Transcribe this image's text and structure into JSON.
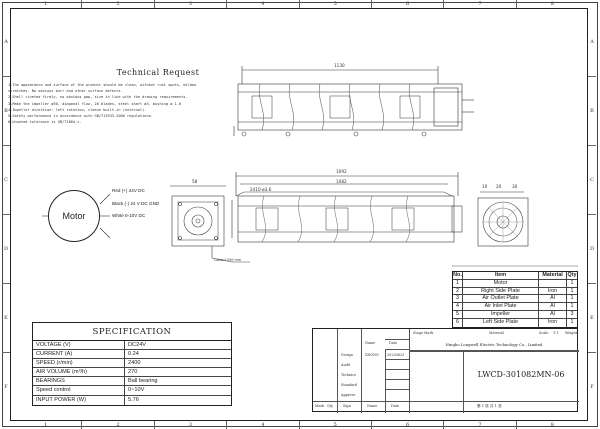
{
  "zones_top": [
    "1",
    "2",
    "3",
    "4",
    "5",
    "6",
    "7",
    "8"
  ],
  "zones_side": [
    "A",
    "B",
    "C",
    "D",
    "E",
    "F"
  ],
  "tech": {
    "title": "Technical Request",
    "items": [
      "1.The appearance and surface of the product should be clean, without rust spots, mildew",
      "  scratches. No obvious burr and other surface defects.",
      "2.Shell riveted firmly, no obvious gap, size in line with the drawing requirements.",
      "3.Make the impeller ø30, diagonal flow, 20 blades, steel shaft ø3, bushing ø 1.0",
      "4.Impeller direction: left rotation,  sleeve built-in (external).",
      "5.Safety performance in accordance with GB/T13933-2000 regulations.",
      "6.Unnoted tolerance is GB/T1804-c."
    ]
  },
  "motor": {
    "label": "Motor",
    "wires": [
      "Red (+) 24V DC",
      "Black (-) 24 V DC GND",
      "White 0-10V DC"
    ]
  },
  "dims": {
    "top_length": "1130",
    "mid_outer": "1092",
    "mid_inner": "1082",
    "mid_sub": "2410-ø3.6",
    "side_width": "58",
    "end_a": "10",
    "end_b": "20",
    "end_c": "30",
    "cable": "Cable:1200 mm"
  },
  "spec": {
    "title": "SPECIFICATION",
    "rows": [
      {
        "k": "VOLTAGE (V)",
        "v": "DC24V"
      },
      {
        "k": "CURRENT (A)",
        "v": "0.24"
      },
      {
        "k": "SPEED  (r/min)",
        "v": "2400"
      },
      {
        "k": "AIR  VOLUME  (m³/h)",
        "v": "270"
      },
      {
        "k": "BEARINGS",
        "v": "Ball bearing"
      },
      {
        "k": "Speed control",
        "v": "0~10V"
      },
      {
        "k": "INPUT POWER  (W)",
        "v": "5.76"
      }
    ]
  },
  "bom": {
    "headers": {
      "no": "No.",
      "item": "Item",
      "mat": "Material",
      "qty": "Qty"
    },
    "rows": [
      {
        "no": "1",
        "item": "Motor",
        "mat": "",
        "qty": "1"
      },
      {
        "no": "2",
        "item": "Right Side Plate",
        "mat": "Iron",
        "qty": "1"
      },
      {
        "no": "3",
        "item": "Air Outlet Plate",
        "mat": "Al",
        "qty": "1"
      },
      {
        "no": "4",
        "item": "Air Inlet Plate",
        "mat": "Al",
        "qty": "1"
      },
      {
        "no": "5",
        "item": "Impeller",
        "mat": "Al",
        "qty": "3"
      },
      {
        "no": "6",
        "item": "Left Side Plate",
        "mat": "Iron",
        "qty": "1"
      }
    ]
  },
  "titleblock": {
    "company": "Ningbo Longwell Electric Technology  Co., Limited",
    "model": "LWCD-301082MN-06",
    "stage_mark": "Stage Mark",
    "weight": "Weight",
    "scale": "1:1",
    "scale_label": "Scale",
    "material": "Material",
    "design_label": "Design",
    "design_name": "ZHONG",
    "design_date": "20230823",
    "audit": "Audit",
    "technics": "Technics",
    "standard": "Standard",
    "approve": "Approve",
    "name_col": "Name",
    "date_col": "Date",
    "foot": [
      "Mark",
      "Qty",
      "Sign",
      "Name",
      "Date"
    ],
    "sheets": "第 1 张  共 1 张"
  }
}
